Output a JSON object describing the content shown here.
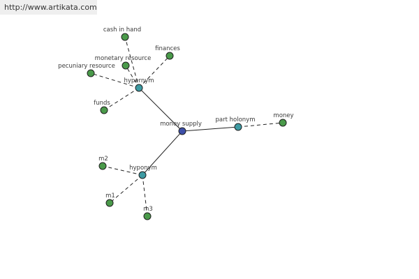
{
  "banner": {
    "url": "http://www.artikata.com"
  },
  "graph": {
    "colors": {
      "leaf": "#4a9a4a",
      "relation": "#3d9aa2",
      "center": "#3d4fa8"
    },
    "nodes": [
      {
        "id": "money-supply",
        "label": "money supply",
        "kind": "center"
      },
      {
        "id": "hypernym",
        "label": "hypernym",
        "kind": "relation"
      },
      {
        "id": "hyponym",
        "label": "hyponym",
        "kind": "relation"
      },
      {
        "id": "part-holonym",
        "label": "part holonym",
        "kind": "relation"
      },
      {
        "id": "cash-in-hand",
        "label": "cash in hand",
        "kind": "leaf"
      },
      {
        "id": "finances",
        "label": "finances",
        "kind": "leaf"
      },
      {
        "id": "monetary-resource",
        "label": "monetary resource",
        "kind": "leaf"
      },
      {
        "id": "pecuniary-resource",
        "label": "pecuniary resource",
        "kind": "leaf"
      },
      {
        "id": "funds",
        "label": "funds",
        "kind": "leaf"
      },
      {
        "id": "m2",
        "label": "m2",
        "kind": "leaf"
      },
      {
        "id": "m1",
        "label": "m1",
        "kind": "leaf"
      },
      {
        "id": "m3",
        "label": "m3",
        "kind": "leaf"
      },
      {
        "id": "money",
        "label": "money",
        "kind": "leaf"
      }
    ],
    "edges": [
      {
        "from": "money-supply",
        "to": "hypernym",
        "style": "solid"
      },
      {
        "from": "money-supply",
        "to": "hyponym",
        "style": "solid"
      },
      {
        "from": "money-supply",
        "to": "part-holonym",
        "style": "solid"
      },
      {
        "from": "hypernym",
        "to": "cash-in-hand",
        "style": "dashed"
      },
      {
        "from": "hypernym",
        "to": "finances",
        "style": "dashed"
      },
      {
        "from": "hypernym",
        "to": "monetary-resource",
        "style": "dashed"
      },
      {
        "from": "hypernym",
        "to": "pecuniary-resource",
        "style": "dashed"
      },
      {
        "from": "hypernym",
        "to": "funds",
        "style": "dashed"
      },
      {
        "from": "hyponym",
        "to": "m2",
        "style": "dashed"
      },
      {
        "from": "hyponym",
        "to": "m1",
        "style": "dashed"
      },
      {
        "from": "hyponym",
        "to": "m3",
        "style": "dashed"
      },
      {
        "from": "part-holonym",
        "to": "money",
        "style": "dashed"
      }
    ]
  }
}
